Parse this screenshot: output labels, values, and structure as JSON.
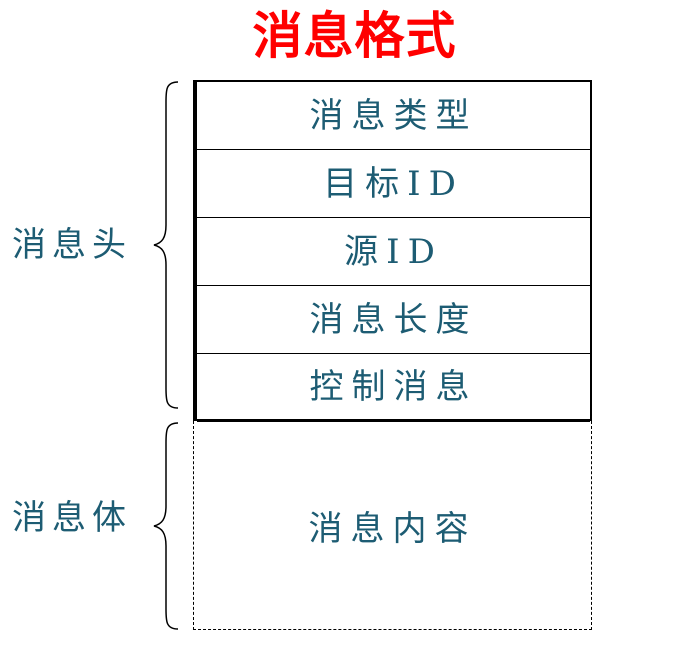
{
  "title": "消息格式",
  "colors": {
    "title": "#ff0000",
    "text": "#1d5c73",
    "border": "#000000"
  },
  "header": {
    "label": "消息头",
    "fields": [
      "消息类型",
      "目标ID",
      "源ID",
      "消息长度",
      "控制消息"
    ]
  },
  "body": {
    "label": "消息体",
    "fields": [
      "消息内容"
    ]
  }
}
